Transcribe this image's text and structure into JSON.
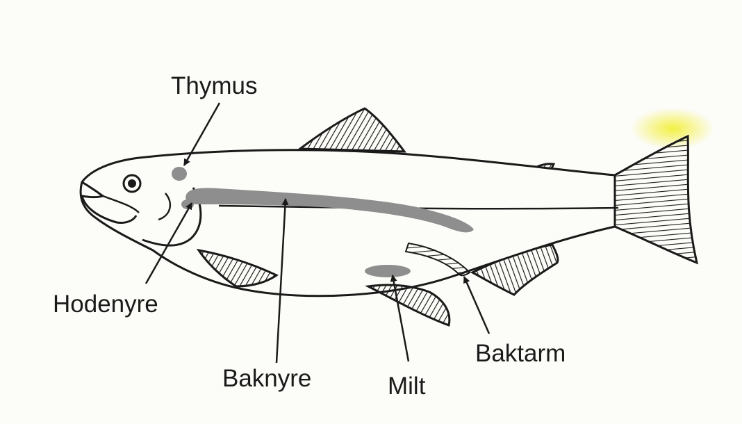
{
  "labels": {
    "thymus": "Thymus",
    "hodenyre": "Hodenyre",
    "baknyre": "Baknyre",
    "milt": "Milt",
    "baktarm": "Baktarm"
  },
  "colors": {
    "background": "#fcfcf8",
    "outline": "#1a1a1a",
    "organ": "#8e8e8e",
    "stain": "#f2ef5a"
  }
}
